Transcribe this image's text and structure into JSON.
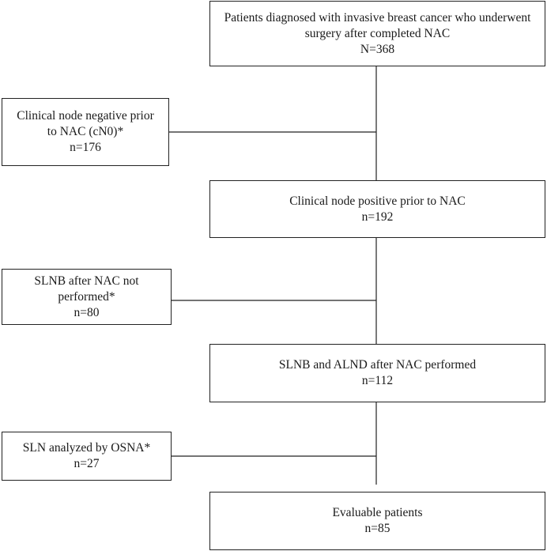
{
  "flowchart": {
    "top": {
      "line1": "Patients diagnosed with invasive breast cancer who underwent",
      "line2": "surgery after completed NAC",
      "count": "N=368"
    },
    "excluded_cn0": {
      "line1": "Clinical node negative prior",
      "line2": "to NAC (cN0)*",
      "count": "n=176"
    },
    "node_positive": {
      "line1": "Clinical node positive prior to NAC",
      "count": "n=192"
    },
    "excluded_not_performed": {
      "line1": "SLNB after NAC not",
      "line2": "performed*",
      "count": "n=80"
    },
    "slnb_alnd": {
      "line1": "SLNB and ALND after NAC performed",
      "count": "n=112"
    },
    "excluded_osna": {
      "line1": "SLN analyzed by OSNA*",
      "count": "n=27"
    },
    "evaluable": {
      "line1": "Evaluable patients",
      "count": "n=85"
    }
  }
}
